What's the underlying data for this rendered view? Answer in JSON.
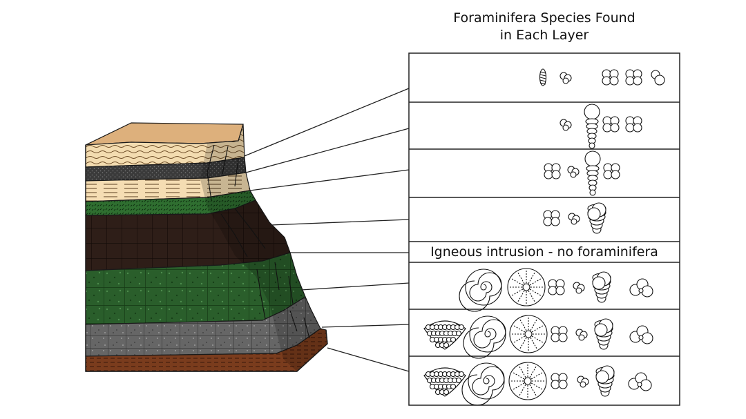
{
  "title": {
    "line1": "Foraminifera Species Found",
    "line2": "in Each Layer"
  },
  "table": {
    "igneous_row_label": "Igneous intrusion - no foraminifera"
  },
  "rows": [
    {
      "row": 1,
      "fossils": [
        "spindle-foram",
        "small-cluster-foram",
        "cluster-foram",
        "cluster-foram",
        "double-foram"
      ]
    },
    {
      "row": 2,
      "fossils": [
        "small-cluster-foram",
        "tower-foram",
        "cluster-foram",
        "cluster-foram"
      ]
    },
    {
      "row": 3,
      "fossils": [
        "cluster-foram",
        "small-cluster-foram",
        "tower-foram",
        "cluster-foram"
      ]
    },
    {
      "row": 4,
      "fossils": [
        "cluster-foram",
        "small-cluster-foram",
        "bulb-tower-foram"
      ]
    },
    {
      "row": 5,
      "fossils": []
    },
    {
      "row": 6,
      "fossils": [
        "spiral-foram",
        "radial-foram",
        "cluster-foram",
        "small-cluster-foram",
        "bulb-tower-foram",
        "spiky-cluster-foram"
      ]
    },
    {
      "row": 7,
      "fossils": [
        "grape-foram",
        "spiral-foram",
        "radial-foram",
        "cluster-foram",
        "small-cluster-foram",
        "bulb-tower-foram",
        "spiky-cluster-foram"
      ]
    },
    {
      "row": 8,
      "fossils": [
        "grape-foram",
        "spiral-foram",
        "radial-foram",
        "cluster-foram",
        "small-cluster-foram",
        "bulb-tower-foram",
        "spiky-cluster-foram"
      ]
    }
  ],
  "colors": {
    "sand": "#ddb07c",
    "tan": "#f3dcb0",
    "dark-gray": "#3e3e3e",
    "green": "#2d6a2e",
    "dark-brown": "#2d1d17",
    "gray": "#6b6b6b",
    "red-brown": "#7a3a1c"
  }
}
